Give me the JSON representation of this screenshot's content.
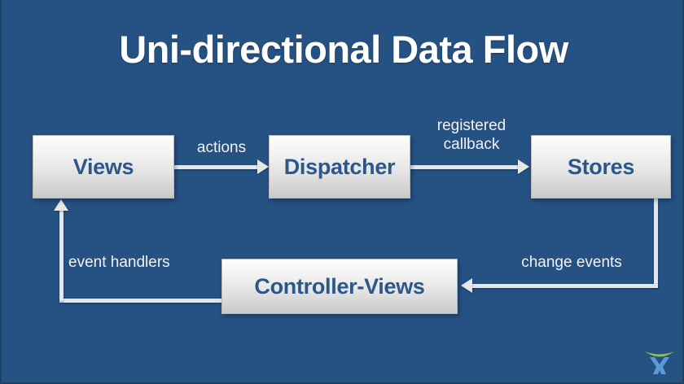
{
  "slide": {
    "title": "Uni-directional Data Flow",
    "background_color": "#255183",
    "title_color": "#ffffff"
  },
  "diagram": {
    "type": "flow-diagram",
    "node_fill_top": "#fdfdfd",
    "node_fill_bottom": "#c9c9c9",
    "node_text_color": "#2c578a",
    "connector_color": "#e6e6e6",
    "nodes": [
      {
        "id": "views",
        "label": "Views"
      },
      {
        "id": "dispatcher",
        "label": "Dispatcher"
      },
      {
        "id": "stores",
        "label": "Stores"
      },
      {
        "id": "controller-views",
        "label": "Controller-Views"
      }
    ],
    "edges": [
      {
        "from": "views",
        "to": "dispatcher",
        "label": "actions",
        "direction": "right"
      },
      {
        "from": "dispatcher",
        "to": "stores",
        "label": "registered\ncallback",
        "direction": "right"
      },
      {
        "from": "stores",
        "to": "controller-views",
        "label": "change events",
        "direction": "left"
      },
      {
        "from": "controller-views",
        "to": "views",
        "label": "event handlers",
        "direction": "up"
      }
    ]
  },
  "logo": {
    "name": "x-logo",
    "arc_color": "#8ec63f",
    "mark_color": "#5b9bd5"
  }
}
